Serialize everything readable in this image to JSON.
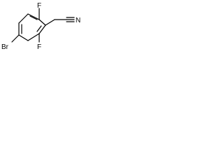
{
  "molecule": {
    "atoms": {
      "fluorine_top": "F",
      "fluorine_bottom": "F",
      "bromine": "Br",
      "nitrile_nitrogen": "N"
    }
  }
}
